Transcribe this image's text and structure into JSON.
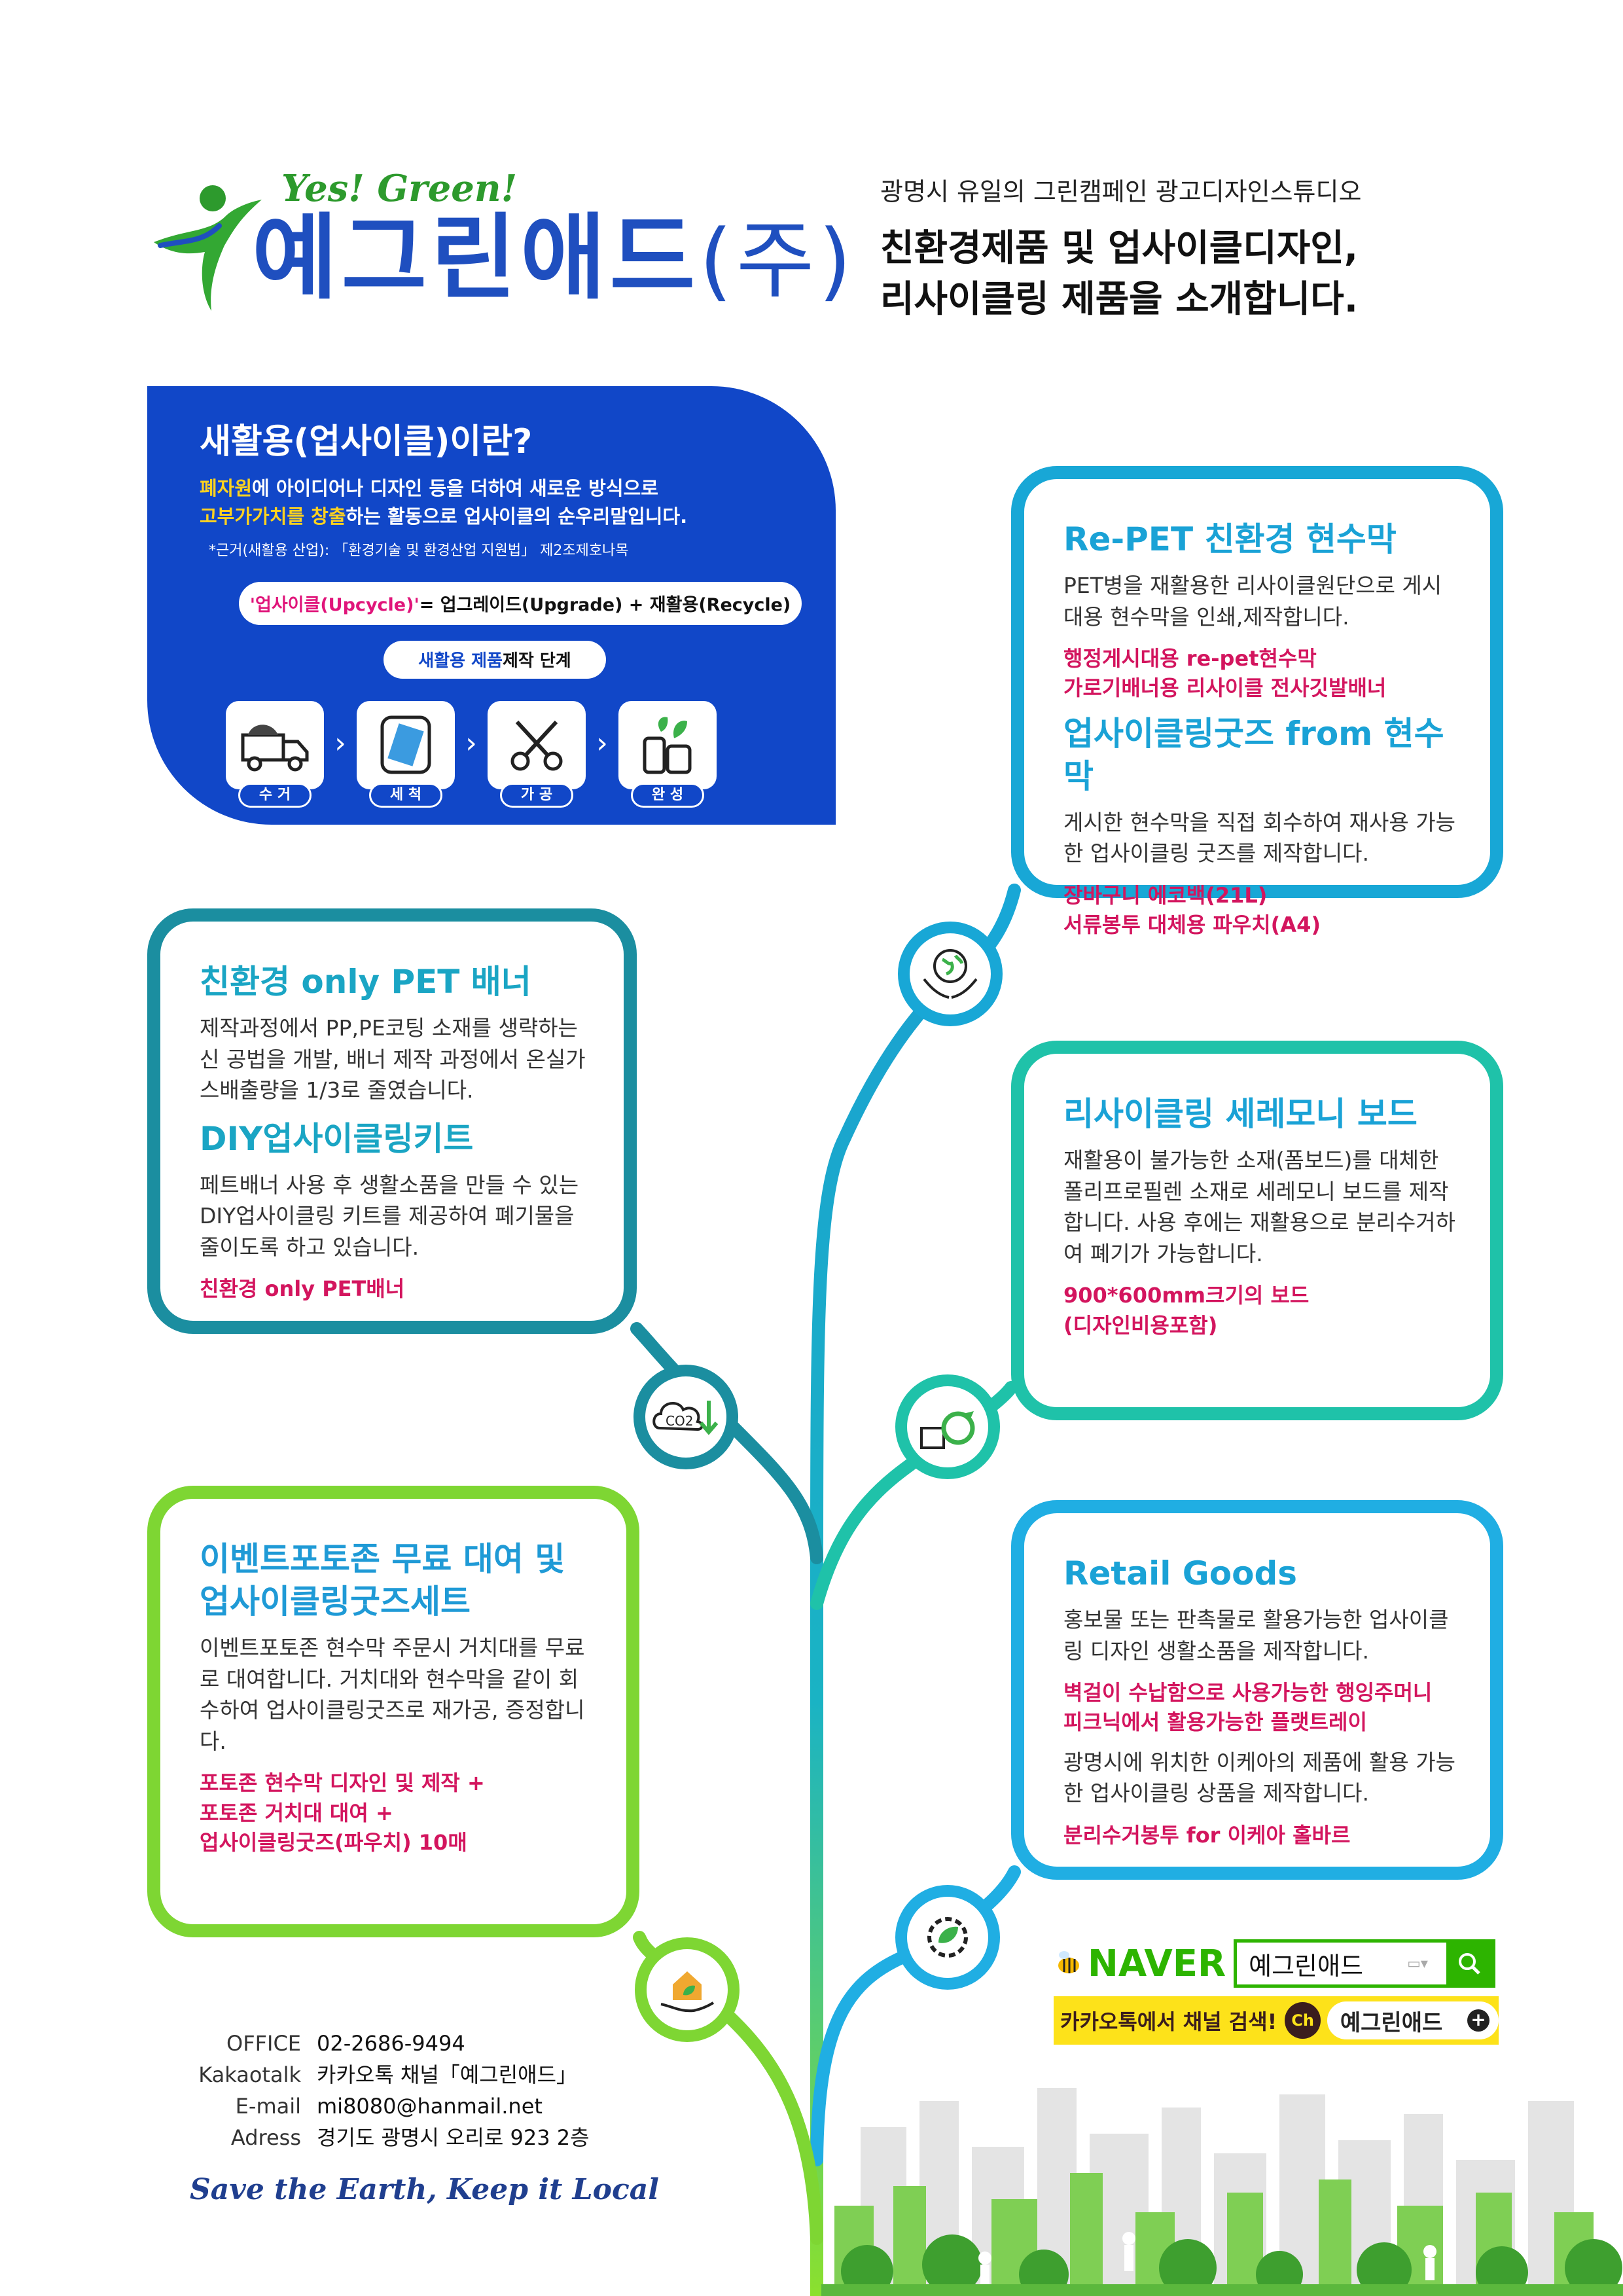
{
  "colors": {
    "brand_blue": "#1f4fbf",
    "brand_green": "#2d9a2d",
    "upcycle_bg": "#1147c8",
    "highlight_yellow": "#ffd21f",
    "highlight_pink": "#d3155e",
    "naver_green": "#2db400",
    "kakao_yellow": "#fde21a"
  },
  "header": {
    "logo_tagline": "Yes! Green!",
    "logo_name": "예그린애드",
    "logo_suffix": "(주)",
    "intro_sub": "광명시 유일의 그린캠페인 광고디자인스튜디오",
    "intro_line1": "친환경제품 및 업사이클디자인,",
    "intro_line2": "리사이클링 제품을 소개합니다."
  },
  "upcycle": {
    "title": "새활용(업사이클)이란?",
    "desc1_hl": "폐자원",
    "desc1_rest": "에 아이디어나 디자인 등을 더하여 새로운 방식으로",
    "desc2_hl": "고부가가치를 창출",
    "desc2_rest": "하는 활동으로 업사이클의 순우리말입니다.",
    "note": "*근거(새활용 산업): 「환경기술 및 환경산업 지원법」 제2조제호나목",
    "equation_hl": "'업사이클(Upcycle)'",
    "equation_rest": " = 업그레이드(Upgrade) + 재활용(Recycle)",
    "steps_title_hl": "새활용 제품",
    "steps_title_rest": " 제작 단계",
    "steps": [
      {
        "icon": "truck-icon",
        "label": "수 거"
      },
      {
        "icon": "washing-icon",
        "label": "세 척"
      },
      {
        "icon": "scissors-icon",
        "label": "가 공"
      },
      {
        "icon": "product-icon",
        "label": "완 성"
      }
    ],
    "arrow": "›"
  },
  "cards": {
    "repet": {
      "title": "Re-PET 친환경 현수막",
      "body": "PET병을 재활용한 리사이클원단으로 게시대용 현수막을 인쇄,제작합니다.",
      "hl1": "행정게시대용 re-pet현수막",
      "hl2": "가로기배너용 리사이클 전사깃발배너",
      "title2": "업사이클링굿즈 from 현수막",
      "body2": "게시한 현수막을 직접 회수하여 재사용 가능한 업사이클링 굿즈를 제작합니다.",
      "hl3": "장바구니 에코백(21L)",
      "hl4": "서류봉투 대체용 파우치(A4)"
    },
    "onlypet": {
      "title": "친환경 only PET 배너",
      "body": "제작과정에서 PP,PE코팅 소재를 생략하는 신 공법을 개발, 배너 제작 과정에서 온실가스배출량을 1/3로 줄였습니다.",
      "title2": "DIY업사이클링키트",
      "body2": "페트배너 사용 후 생활소품을 만들 수 있는 DIY업사이클링 키트를 제공하여 폐기물을 줄이도록 하고 있습니다.",
      "hl1": "친환경 only PET배너"
    },
    "ceremony": {
      "title": "리사이클링 세레모니 보드",
      "body": "재활용이 불가능한 소재(폼보드)를 대체한 폴리프로필렌 소재로 세레모니 보드를 제작합니다. 사용 후에는 재활용으로 분리수거하여 폐기가 가능합니다.",
      "hl1": "900*600mm크기의 보드",
      "hl2": "(디자인비용포함)"
    },
    "event": {
      "title": "이벤트포토존 무료 대여 및 업사이클링굿즈세트",
      "body": "이벤트포토존 현수막 주문시 거치대를 무료로 대여합니다. 거치대와 현수막을 같이 회수하여 업사이클링굿즈로 재가공, 증정합니다.",
      "hl1": "포토존 현수막 디자인 및 제작 +",
      "hl2": "포토존 거치대 대여 +",
      "hl3": "업사이클링굿즈(파우치) 10매"
    },
    "retail": {
      "title": "Retail Goods",
      "body": "홍보물 또는 판촉물로 활용가능한 업사이클링 디자인 생활소품을 제작합니다.",
      "hl1": "벽걸이 수납함으로 사용가능한 행잉주머니",
      "hl2": "피크닉에서 활용가능한 플랫트레이",
      "body2": "광명시에 위치한 이케아의 제품에 활용 가능한 업사이클링 상품을 제작합니다.",
      "hl3": "분리수거봉투 for 이케아 홀바르"
    }
  },
  "nodes": {
    "co2_label": "CO2"
  },
  "search": {
    "naver_logo": "NAVER",
    "naver_query": "예그린애드",
    "kakao_text": "카카오톡에서 채널 검색!",
    "kakao_ch": "Ch",
    "kakao_query": "예그린애드",
    "kakao_plus": "+"
  },
  "contact": {
    "rows": [
      {
        "label": "OFFICE",
        "value": "02-2686-9494"
      },
      {
        "label": "Kakaotalk",
        "value": "카카오톡 채널「예그린애드」"
      },
      {
        "label": "E-mail",
        "value": "mi8080@hanmail.net"
      },
      {
        "label": "Adress",
        "value": "경기도 광명시 오리로 923 2층"
      }
    ],
    "slogan": "Save the Earth, Keep it Local"
  }
}
